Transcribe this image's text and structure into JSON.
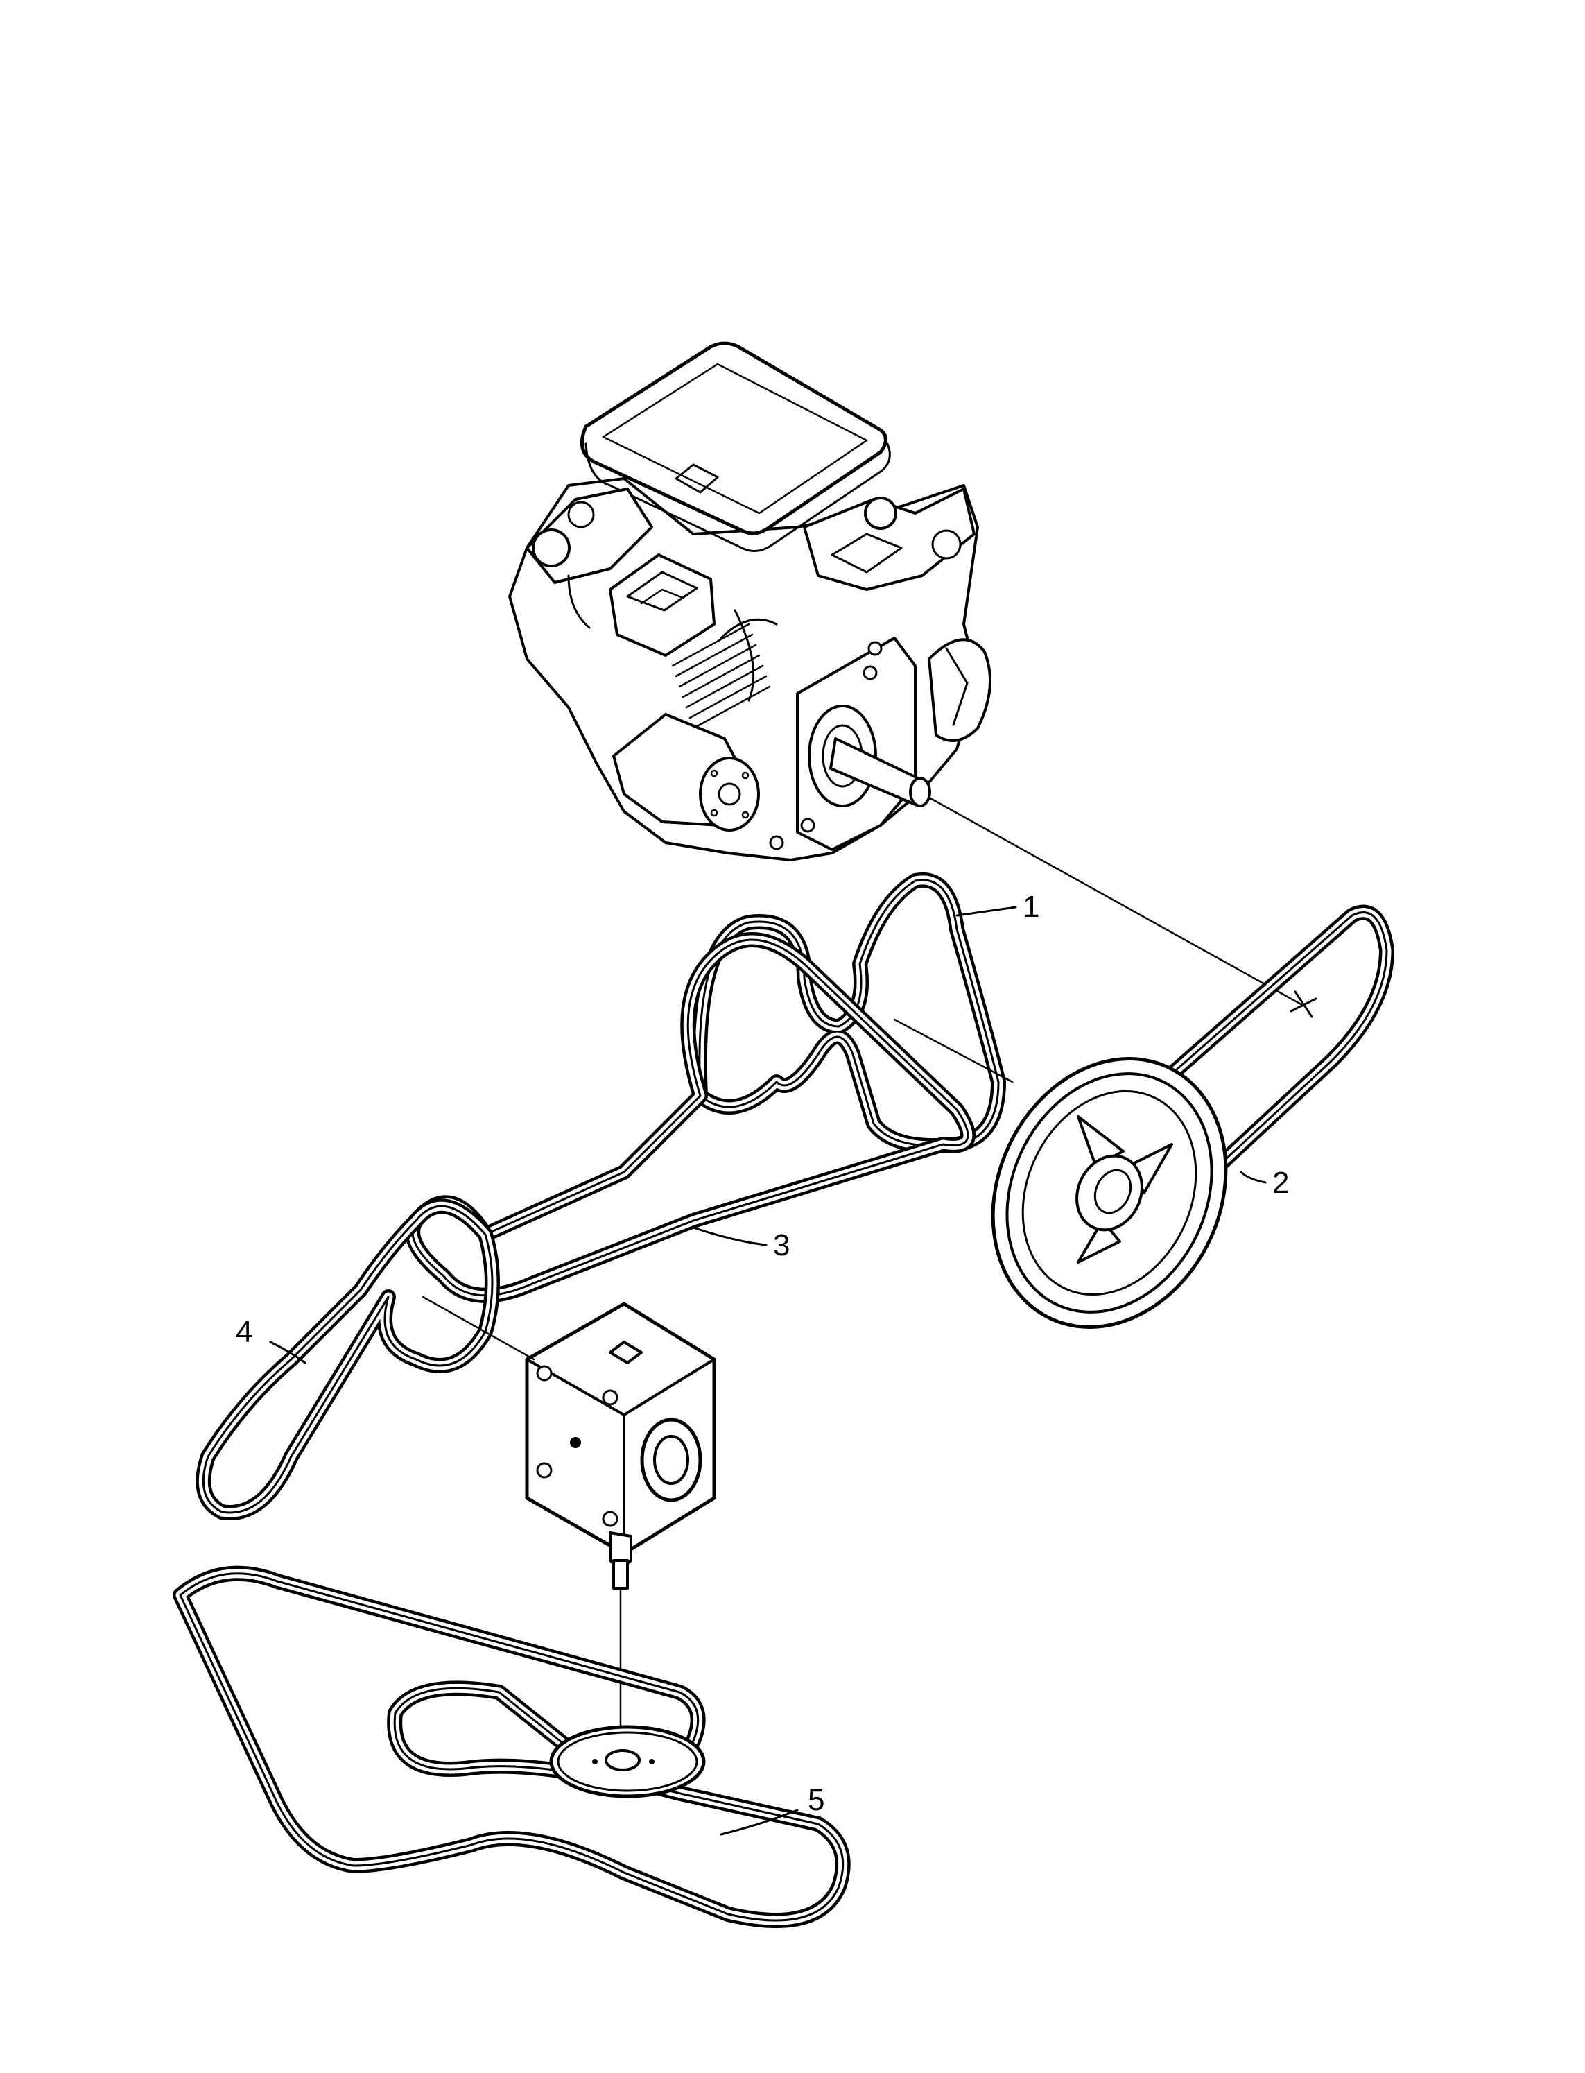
{
  "diagram": {
    "callouts": [
      {
        "id": "1",
        "label": "1"
      },
      {
        "id": "2",
        "label": "2"
      },
      {
        "id": "3",
        "label": "3"
      },
      {
        "id": "4",
        "label": "4"
      },
      {
        "id": "5",
        "label": "5"
      }
    ],
    "ink_color": "#000000",
    "background": "#ffffff"
  }
}
